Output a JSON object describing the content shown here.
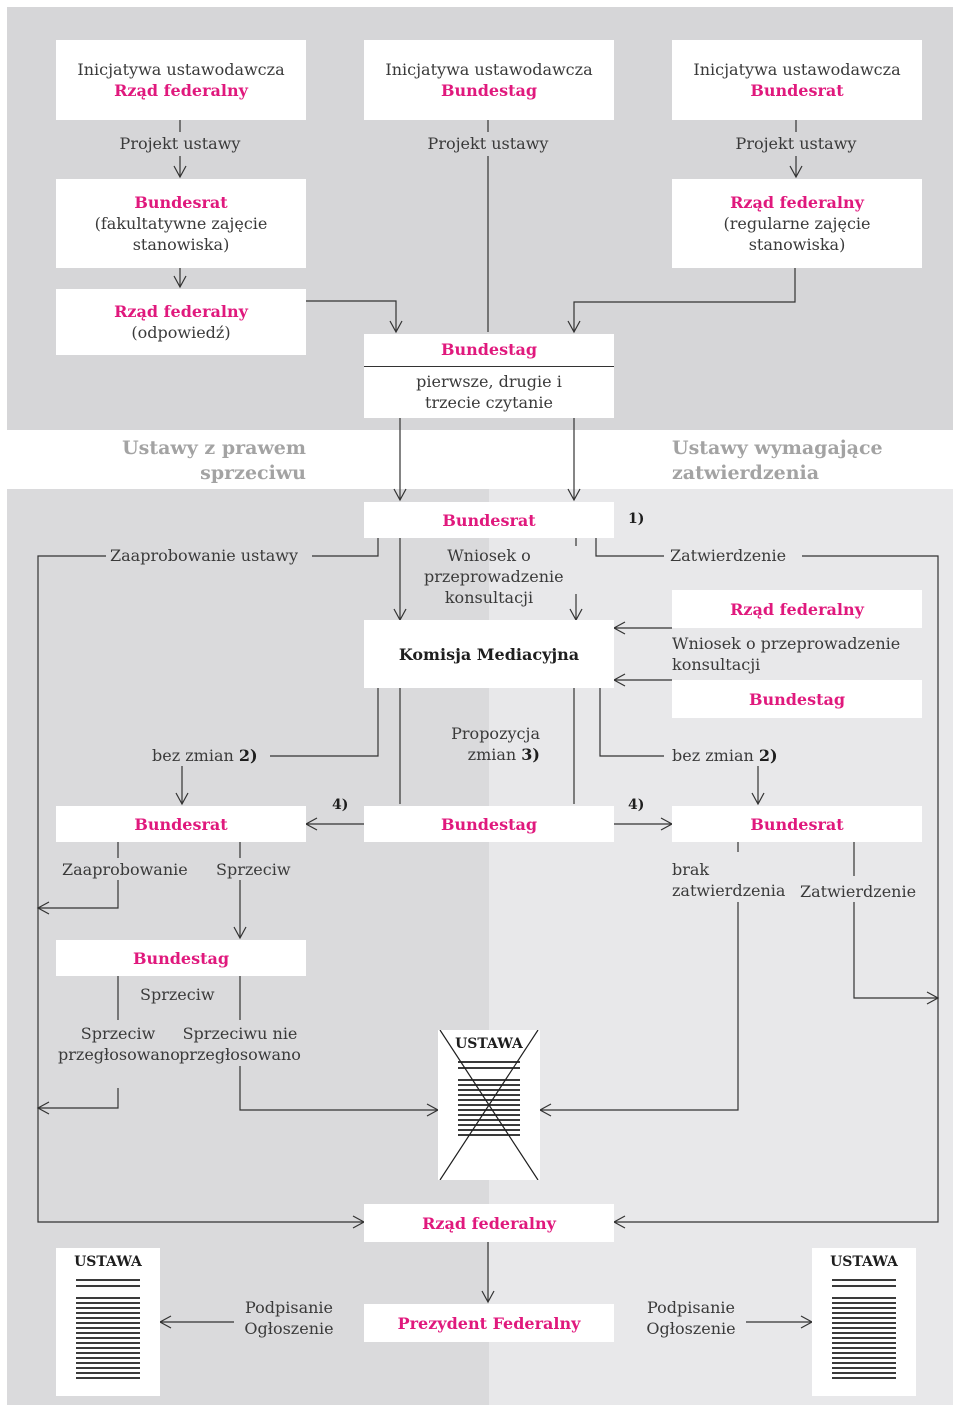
{
  "colors": {
    "accent": "#e0197d",
    "panel_top": "#d6d6d8",
    "panel_left": "#dadadc",
    "panel_right": "#e8e8ea"
  },
  "top": {
    "initiative_label": "Inicjatywa ustawodawcza",
    "init_left": "Rząd federalny",
    "init_center": "Bundestag",
    "init_right": "Bundesrat",
    "draft_label": "Projekt ustawy",
    "bundesrat_title": "Bundesrat",
    "bundesrat_note": "(fakultatywne zajęcie stanowiska)",
    "govt_answer_title": "Rząd federalny",
    "govt_answer_note": "(odpowiedź)",
    "govt_right_title": "Rząd federalny",
    "govt_right_note": "(regularne zajęcie stanowiska)",
    "bundestag_title": "Bundestag",
    "bundestag_note": "pierwsze, drugie i trzecie czytanie"
  },
  "sections": {
    "left": "Ustawy z prawem sprzeciwu",
    "right": "Ustawy wymagające zatwierdzenia"
  },
  "middle": {
    "bundesrat": "Bundesrat",
    "mark1": "1)",
    "approval_left": "Zaaprobowanie ustawy",
    "request_center": "Wniosek o przeprowadzenie konsultacji",
    "approval_right": "Zatwierdzenie",
    "govt": "Rząd federalny",
    "request_right": "Wniosek o przeprowadzenie konsultacji",
    "bundestag_right": "Bundestag",
    "committee": "Komisja Mediacyjna",
    "no_change_left": "bez zmian",
    "mark2": "2)",
    "proposal": "Propozycja zmian",
    "mark3": "3)",
    "no_change_right": "bez zmian",
    "mark4": "4)"
  },
  "lower_left": {
    "bundesrat": "Bundesrat",
    "bundestag_center": "Bundestag",
    "approved": "Zaaprobowanie",
    "objection": "Sprzeciw",
    "bundestag": "Bundestag",
    "objection2": "Sprzeciw",
    "overruled": "Sprzeciw przegłosowano",
    "not_overruled": "Sprzeciwu nie przegłosowano"
  },
  "lower_right": {
    "bundesrat": "Bundesrat",
    "no_approval": "brak zatwierdzenia",
    "approval": "Zatwierdzenie"
  },
  "bottom": {
    "law": "USTAWA",
    "govt": "Rząd federalny",
    "president": "Prezydent Federalny",
    "sign_left": "Podpisanie Ogłoszenie",
    "sign_right": "Podpisanie Ogłoszenie"
  }
}
